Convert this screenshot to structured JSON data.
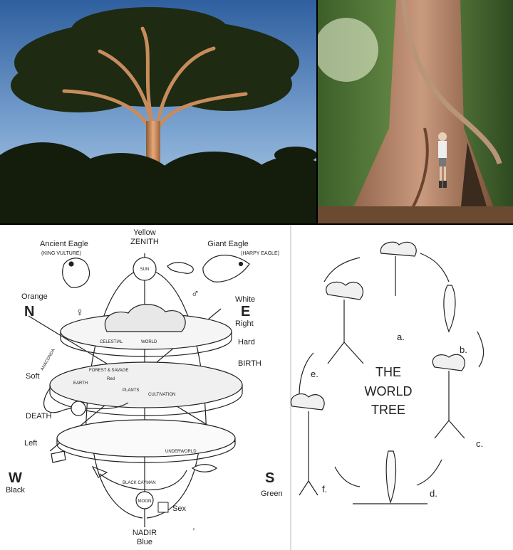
{
  "cosmos": {
    "top": {
      "color": "Yellow",
      "name": "ZENITH",
      "sun": "SUN"
    },
    "bottom": {
      "name": "NADIR",
      "color": "Blue",
      "moon": "MOON"
    },
    "ancient_eagle": {
      "name": "Ancient Eagle",
      "alias": "(KING VULTURE)"
    },
    "giant_eagle": {
      "name": "Giant Eagle",
      "alias": "(HARPY EAGLE)"
    },
    "north": {
      "letter": "N",
      "color": "Orange"
    },
    "east": {
      "letter": "E",
      "color": "White",
      "side": "Right",
      "hard": "Hard",
      "birth": "BIRTH"
    },
    "west": {
      "letter": "W",
      "color": "Black",
      "side": "Left"
    },
    "south": {
      "letter": "S",
      "color": "Green"
    },
    "soft": "Soft",
    "death": "DEATH",
    "sex": "Sex",
    "disc_labels": {
      "celestial": "CELESTIAL",
      "world": "WORLD",
      "underworld": "UNDERWORLD",
      "anaconda": "ANACONDA",
      "forest_savage": "FOREST & SAVAGE",
      "red": "Red",
      "earth": "EARTH",
      "plants": "PLANTS",
      "cultivation": "CULTIVATION",
      "black_cayman": "BLACK CAYMAN"
    }
  },
  "world_tree": {
    "title_line1": "THE",
    "title_line2": "WORLD",
    "title_line3": "TREE",
    "stages": [
      "a.",
      "b.",
      "c.",
      "d.",
      "e.",
      "f."
    ]
  }
}
